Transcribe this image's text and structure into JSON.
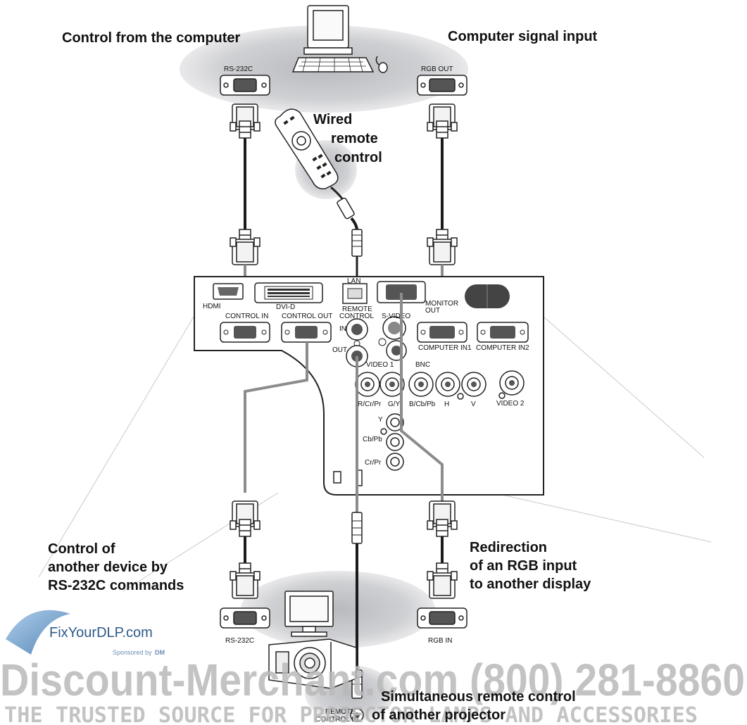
{
  "headings": {
    "control_from_computer": "Control from the computer",
    "computer_signal_input": "Computer signal input",
    "wired_remote": [
      "Wired",
      "remote",
      "control"
    ],
    "control_another_device": [
      "Control of",
      "another device by",
      "RS-232C commands"
    ],
    "redirection": [
      "Redirection",
      "of an RGB input",
      "to another display"
    ],
    "simultaneous": [
      "Simultaneous remote control",
      "of another projector"
    ]
  },
  "port_labels": {
    "rs232c_top": "RS-232C",
    "rgb_out": "RGB OUT",
    "hdmi": "HDMI",
    "dvi_d": "DVI-D",
    "lan": "LAN",
    "remote_control": [
      "REMOTE",
      "CONTROL"
    ],
    "remote_in": "IN",
    "remote_out": "OUT",
    "s_video": "S-VIDEO",
    "monitor_out": [
      "MONITOR",
      "OUT"
    ],
    "control_in": "CONTROL IN",
    "control_out": "CONTROL OUT",
    "computer_in1": "COMPUTER IN1",
    "computer_in2": "COMPUTER IN2",
    "video1": "VIDEO 1",
    "bnc": "BNC",
    "bnc_jacks": [
      "R/Cr/Pr",
      "G/Y",
      "B/Cb/Pb",
      "H",
      "V"
    ],
    "video2": "VIDEO 2",
    "component": [
      "Y",
      "Cb/Pb",
      "Cr/Pr"
    ],
    "rs232c_bottom": "RS-232C",
    "rgb_in": "RGB IN",
    "remote_control_in": [
      "REMOTE",
      "CONTROL IN"
    ]
  },
  "watermark": {
    "site": "FixYourDLP.com",
    "sponsored": "Sponsored by",
    "sponsor_logo": "DM",
    "brand": "Discount-Merchant.com (800) 281-8860",
    "tagline": "THE TRUSTED SOURCE FOR PROJECTOR LAMPS AND ACCESSORIES"
  },
  "colors": {
    "ellipse": "#c8c9cc",
    "cable_gray": "#8c8c8c",
    "cable_black": "#1a1a1a",
    "watermark_gray": "#b9b9b9"
  }
}
